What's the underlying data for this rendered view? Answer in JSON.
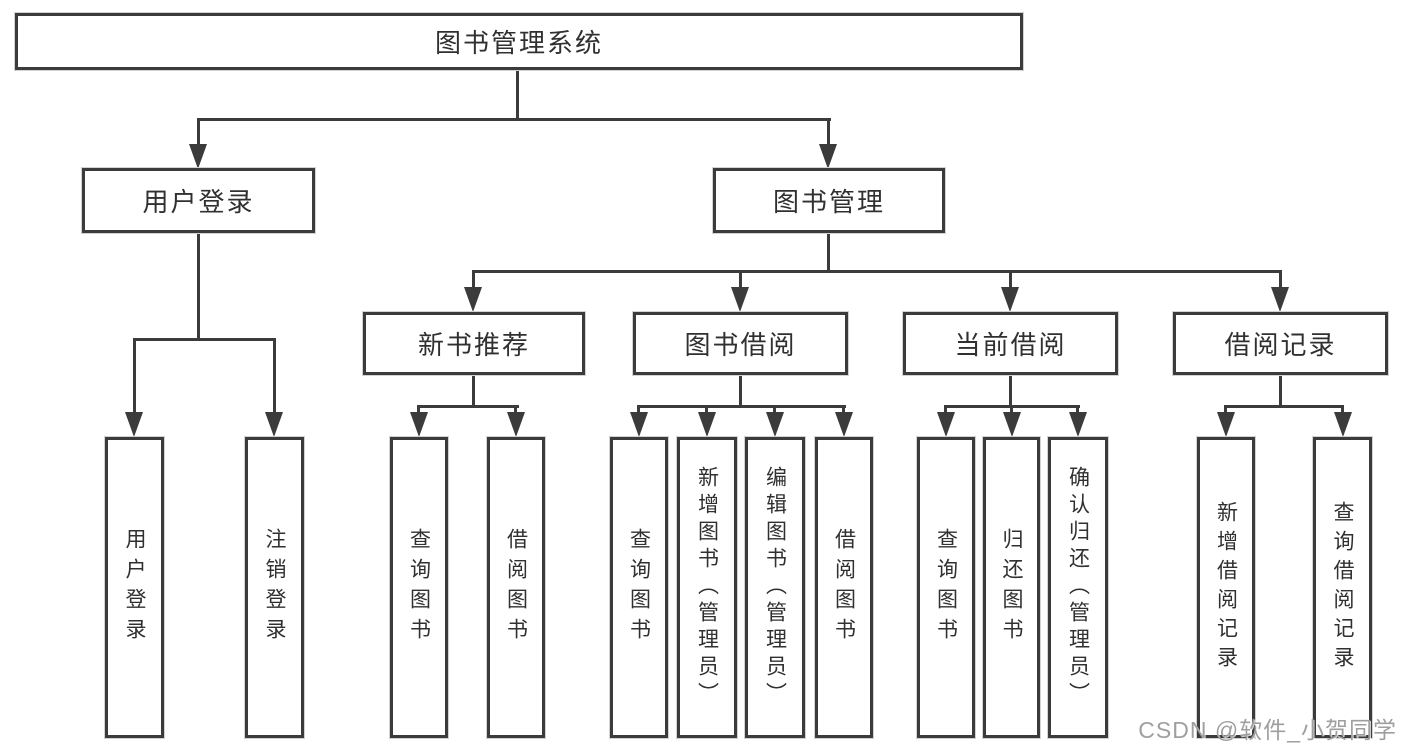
{
  "diagram": {
    "title": "图书管理系统",
    "level2": {
      "user_login": "用户登录",
      "book_mgmt": "图书管理"
    },
    "level3": {
      "new_books": "新书推荐",
      "borrow": "图书借阅",
      "current": "当前借阅",
      "records": "借阅记录"
    },
    "leaves": {
      "user_login": [
        "用户登录",
        "注销登录"
      ],
      "new_books": [
        "查询图书",
        "借阅图书"
      ],
      "borrow": [
        "查询图书",
        "新增图书（管理员）",
        "编辑图书（管理员）",
        "借阅图书"
      ],
      "current": [
        "查询图书",
        "归还图书",
        "确认归还（管理员）"
      ],
      "records": [
        "新增借阅记录",
        "查询借阅记录"
      ]
    }
  },
  "watermark": "CSDN @软件_小贺同学",
  "colors": {
    "line": "#3b3b3b",
    "text": "#303030",
    "watermark": "#9f9f9f",
    "bg": "#ffffff"
  }
}
